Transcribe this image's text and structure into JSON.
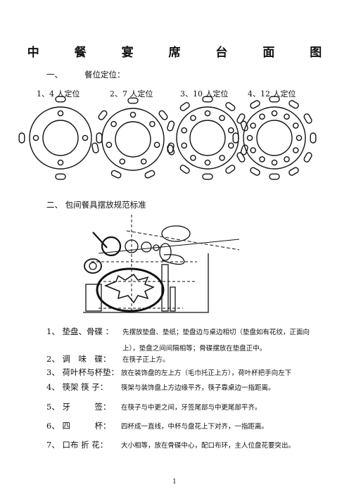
{
  "title": "中 餐 宴 席 台 面 图",
  "section1": {
    "label": "一、",
    "heading": "餐位定位：",
    "positions": [
      "1、4 人定位",
      "2、7 人定位",
      "3、10 人定位",
      "4、12 人定位"
    ]
  },
  "section2": {
    "heading": "二、 包间餐具摆放规范标准"
  },
  "items": [
    {
      "label": "1、 垫盘、骨碟 ：",
      "text": "先摆放垫盘、垫纸；垫盘边与桌边相切（垫盘如有花纹，正面向",
      "text2": "上），垫盘之间间隔相等；骨碟摆放在垫盘正中。"
    },
    {
      "label": "2、 调　味　碟：",
      "text": "在筷子正上方。"
    },
    {
      "label": "3、 荷叶杯与杯垫：",
      "text": "放在装饰盘的左上方（毛巾托正上方），荷叶杯把手向左下"
    },
    {
      "label": "4、 筷架 筷 子：",
      "text": "筷架与装饰盘上方边缘平齐，筷子靠桌边一指距离。"
    },
    {
      "label": "5、 牙　　　签：",
      "text": "在筷子与中更之间，牙签尾部与中更尾部平齐。"
    },
    {
      "label": "6、 四　　　杯：",
      "text": "四杯成一直线，中杯与盘花上下对齐，一指距离。"
    },
    {
      "label": "7、 口布 折 花：",
      "text": "大小相等，放在骨碟中心，配口布环，主人位盘花要突出。"
    }
  ],
  "page_number": "1"
}
